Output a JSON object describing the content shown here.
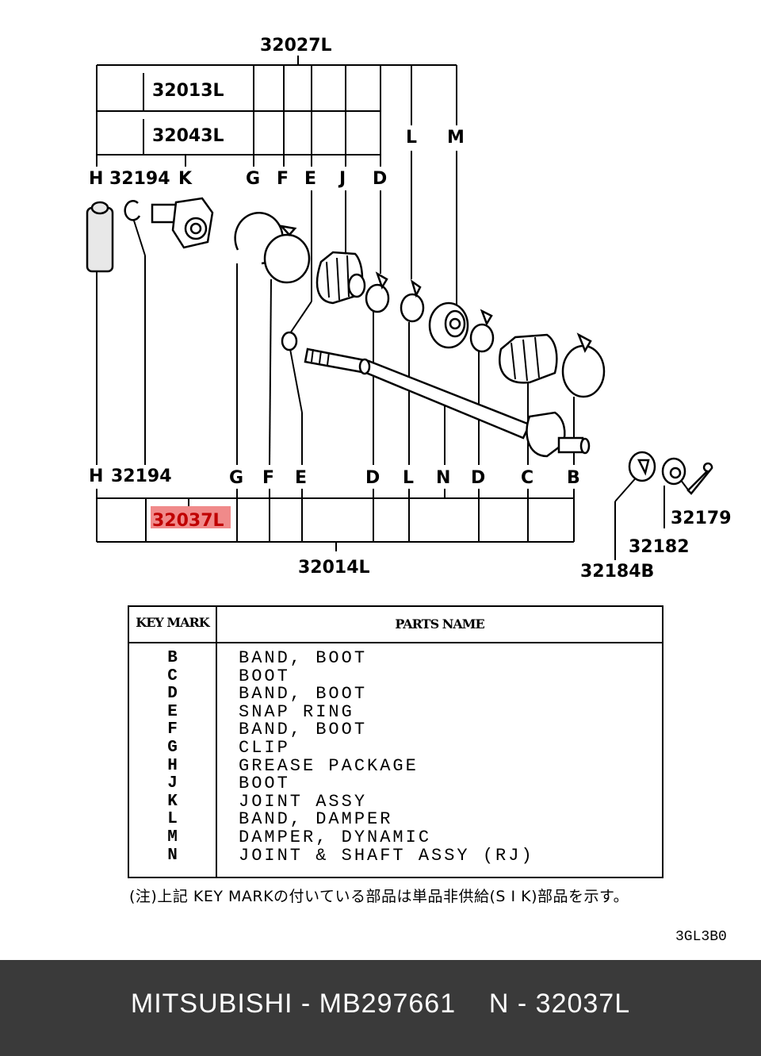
{
  "diagram": {
    "assembly_labels": {
      "top": "32027L",
      "second": "32013L",
      "third": "32043L",
      "bottom": "32014L",
      "highlighted": "32037L"
    },
    "top_callouts": [
      "H",
      "32194",
      "K",
      "G",
      "F",
      "E",
      "J",
      "D",
      "L",
      "M"
    ],
    "bottom_callouts": [
      "H",
      "32194",
      "G",
      "F",
      "E",
      "D",
      "L",
      "N",
      "D",
      "C",
      "B"
    ],
    "side_parts": [
      "32179",
      "32182",
      "32184B"
    ],
    "highlight_color": "#f08a8a"
  },
  "table": {
    "header_key": "KEY MARK",
    "header_name": "PARTS NAME",
    "rows": [
      {
        "key": "B",
        "name": "BAND, BOOT"
      },
      {
        "key": "C",
        "name": "BOOT"
      },
      {
        "key": "D",
        "name": "BAND, BOOT"
      },
      {
        "key": "E",
        "name": "SNAP RING"
      },
      {
        "key": "F",
        "name": "BAND, BOOT"
      },
      {
        "key": "G",
        "name": "CLIP"
      },
      {
        "key": "H",
        "name": "GREASE PACKAGE"
      },
      {
        "key": "J",
        "name": "BOOT"
      },
      {
        "key": "K",
        "name": "JOINT ASSY"
      },
      {
        "key": "L",
        "name": "BAND, DAMPER"
      },
      {
        "key": "M",
        "name": "DAMPER, DYNAMIC"
      },
      {
        "key": "N",
        "name": "JOINT & SHAFT ASSY (RJ)"
      }
    ]
  },
  "note": "(注)上記 KEY MARKの付いている部品は単品非供給(S I K)部品を示す。",
  "ref_code": "3GL3B0",
  "footer": "MITSUBISHI - MB297661    N - 32037L"
}
